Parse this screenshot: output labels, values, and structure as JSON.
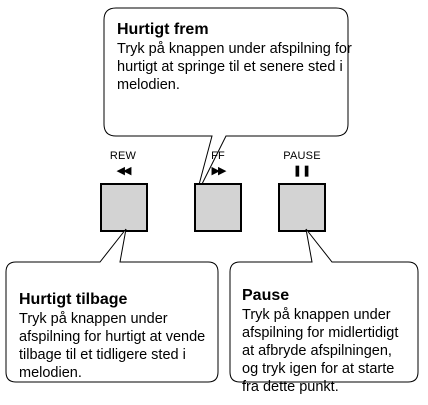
{
  "callouts": {
    "fast_forward": {
      "title": "Hurtigt frem",
      "body": "Tryk på knappen under afspilning for hurtigt at springe til et senere sted i melodien."
    },
    "rewind": {
      "title": "Hurtigt tilbage",
      "body": "Tryk på knappen under afspilning for hurtigt at vende tilbage til et tidligere sted i melodien."
    },
    "pause": {
      "title": "Pause",
      "body": "Tryk på knappen under afspilning for midlertidigt at afbryde afspilningen, og tryk igen for at starte fra dette punkt."
    }
  },
  "buttons": {
    "rew": {
      "label": "REW",
      "symbol": "◀◀",
      "icon": "rewind-icon"
    },
    "ff": {
      "label": "FF",
      "symbol": "▶▶",
      "icon": "fast-forward-icon"
    },
    "pause": {
      "label": "PAUSE",
      "symbol": "❚❚",
      "icon": "pause-icon"
    }
  },
  "colors": {
    "button_fill": "#d3d3d3",
    "outline": "#000000"
  }
}
